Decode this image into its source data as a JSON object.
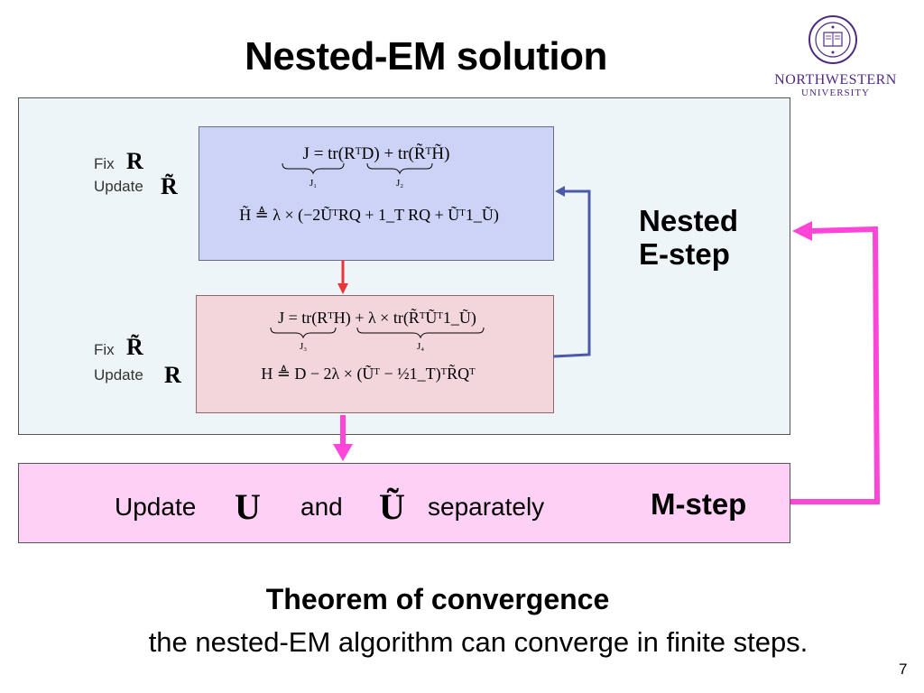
{
  "slide": {
    "title": "Nested-EM solution",
    "page_number": "7"
  },
  "logo": {
    "name": "NORTHWESTERN",
    "sub": "UNIVERSITY"
  },
  "estep": {
    "label_line1": "Nested",
    "label_line2": "E-step",
    "block1": {
      "fix_text": "Fix",
      "fix_symbol": "R",
      "update_text": "Update",
      "update_symbol": "R̃",
      "eq1": "J = tr(RᵀD) + tr(R̃ᵀH̃)",
      "eq1_brace_left": "J₁",
      "eq1_brace_right": "J₂",
      "eq2": "H̃ ≜ λ × (−2ŨᵀRQ + 1_T RQ + Ũᵀ1_Ũ)"
    },
    "block2": {
      "fix_text": "Fix",
      "fix_symbol": "R̃",
      "update_text": "Update",
      "update_symbol": "R",
      "eq1": "J = tr(RᵀH) + λ × tr(R̃ᵀŨᵀ1_Ũ)",
      "eq1_brace_left": "J₃",
      "eq1_brace_right": "J₄",
      "eq2": "H ≜ D − 2λ × (Ũᵀ − ½1_T)ᵀR̃Qᵀ"
    }
  },
  "mstep": {
    "label": "M-step",
    "update": "Update",
    "sym_u": "U",
    "and": "and",
    "sym_u_tilde": "Ũ",
    "separately": "separately"
  },
  "theorem": {
    "title": "Theorem of convergence",
    "text": "the nested-EM algorithm can converge in finite steps."
  },
  "colors": {
    "estep_bg": "#eef5f8",
    "box1_bg": "#ccd3f6",
    "box2_bg": "#f3d6dc",
    "mstep_bg": "#ffd0f6",
    "arrow_red": "#e8353a",
    "arrow_blue": "#4a5aa8",
    "arrow_magenta": "#ff44d8",
    "logo_purple": "#4e2a84"
  }
}
